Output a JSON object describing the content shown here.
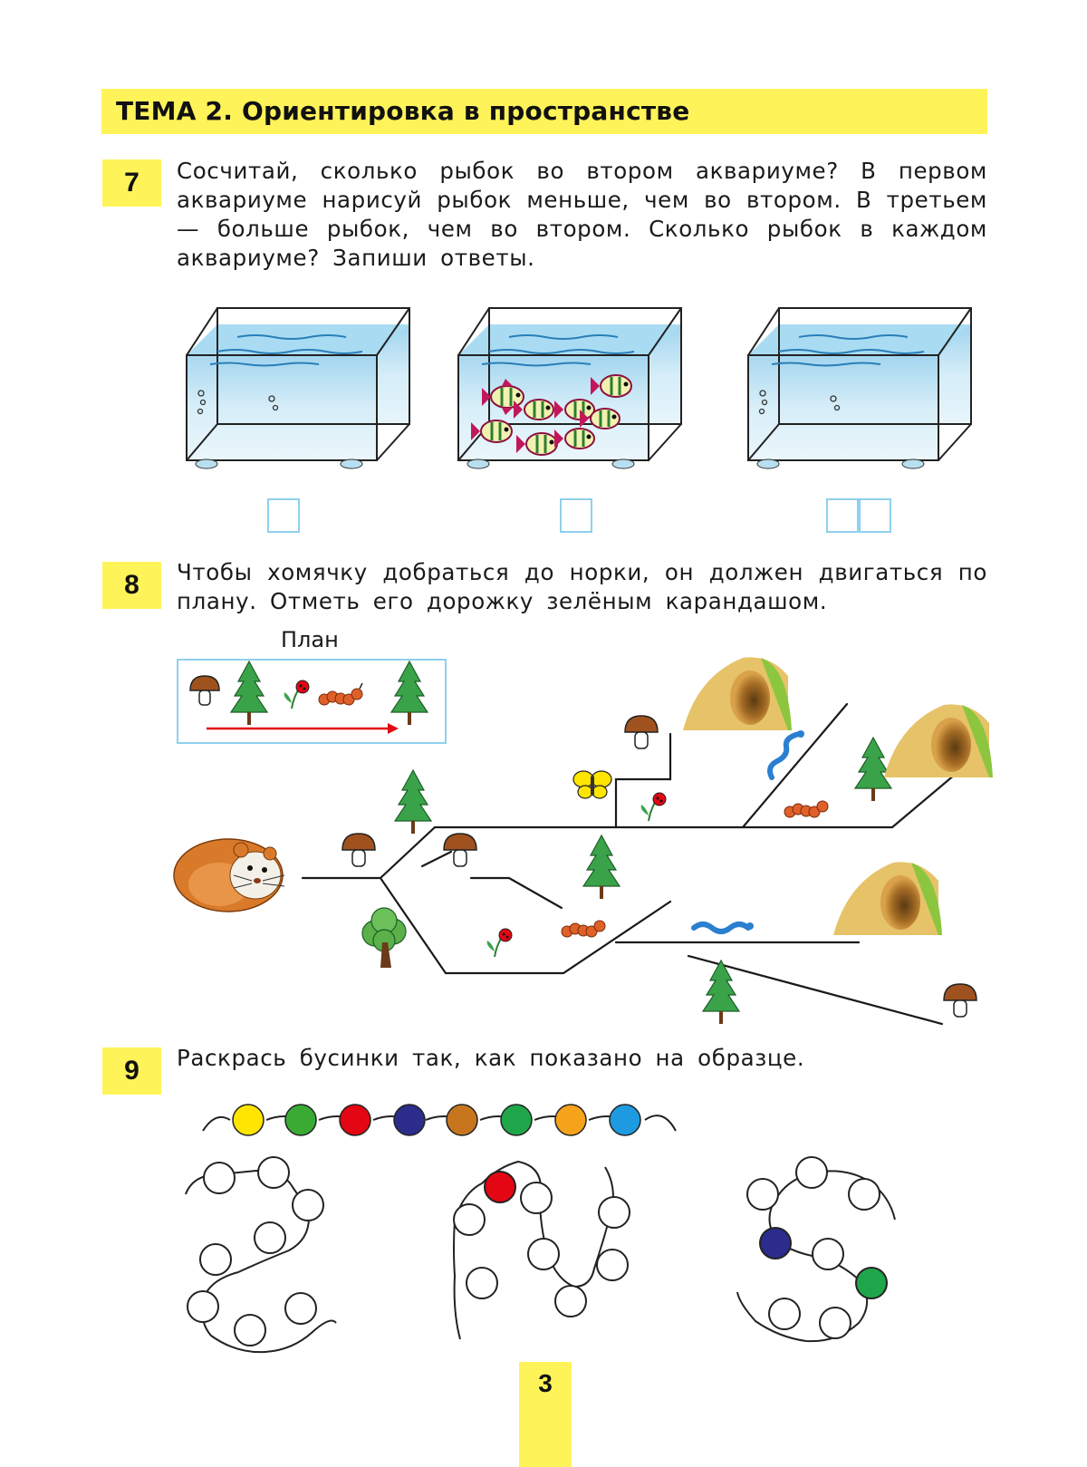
{
  "topic": {
    "title": "ТЕМА 2. Ориентировка в пространстве"
  },
  "tasks": [
    {
      "number": "7",
      "text": "Сосчитай, сколько рыбок во втором аквариуме? В первом аквариуме нарисуй рыбок меньше, чем во втором. В третьем — больше рыбок, чем во втором. Сколько рыбок в каждом аквариуме? Запиши ответы."
    },
    {
      "number": "8",
      "text": "Чтобы хомячку добраться до норки, он должен двигаться по плану. Отметь его дорожку зелёным карандашом.",
      "plan_label": "План"
    },
    {
      "number": "9",
      "text": "Раскрась бусинки так, как показано на образце."
    }
  ],
  "sample_bead_colors": [
    "#ffe500",
    "#3aaa35",
    "#e30613",
    "#2b2c8c",
    "#c8761e",
    "#20a64a",
    "#f7a21b",
    "#1e9be0"
  ],
  "pattern_prefilled": {
    "n_shape_red": "#e30613",
    "s_shape_blue": "#2b2c8c",
    "s_shape_green": "#20a64a"
  },
  "colors": {
    "highlight_yellow": "#fff35a",
    "answer_box_border": "#8fd0ee",
    "water": "#bfe3f3"
  },
  "page_number": "3"
}
